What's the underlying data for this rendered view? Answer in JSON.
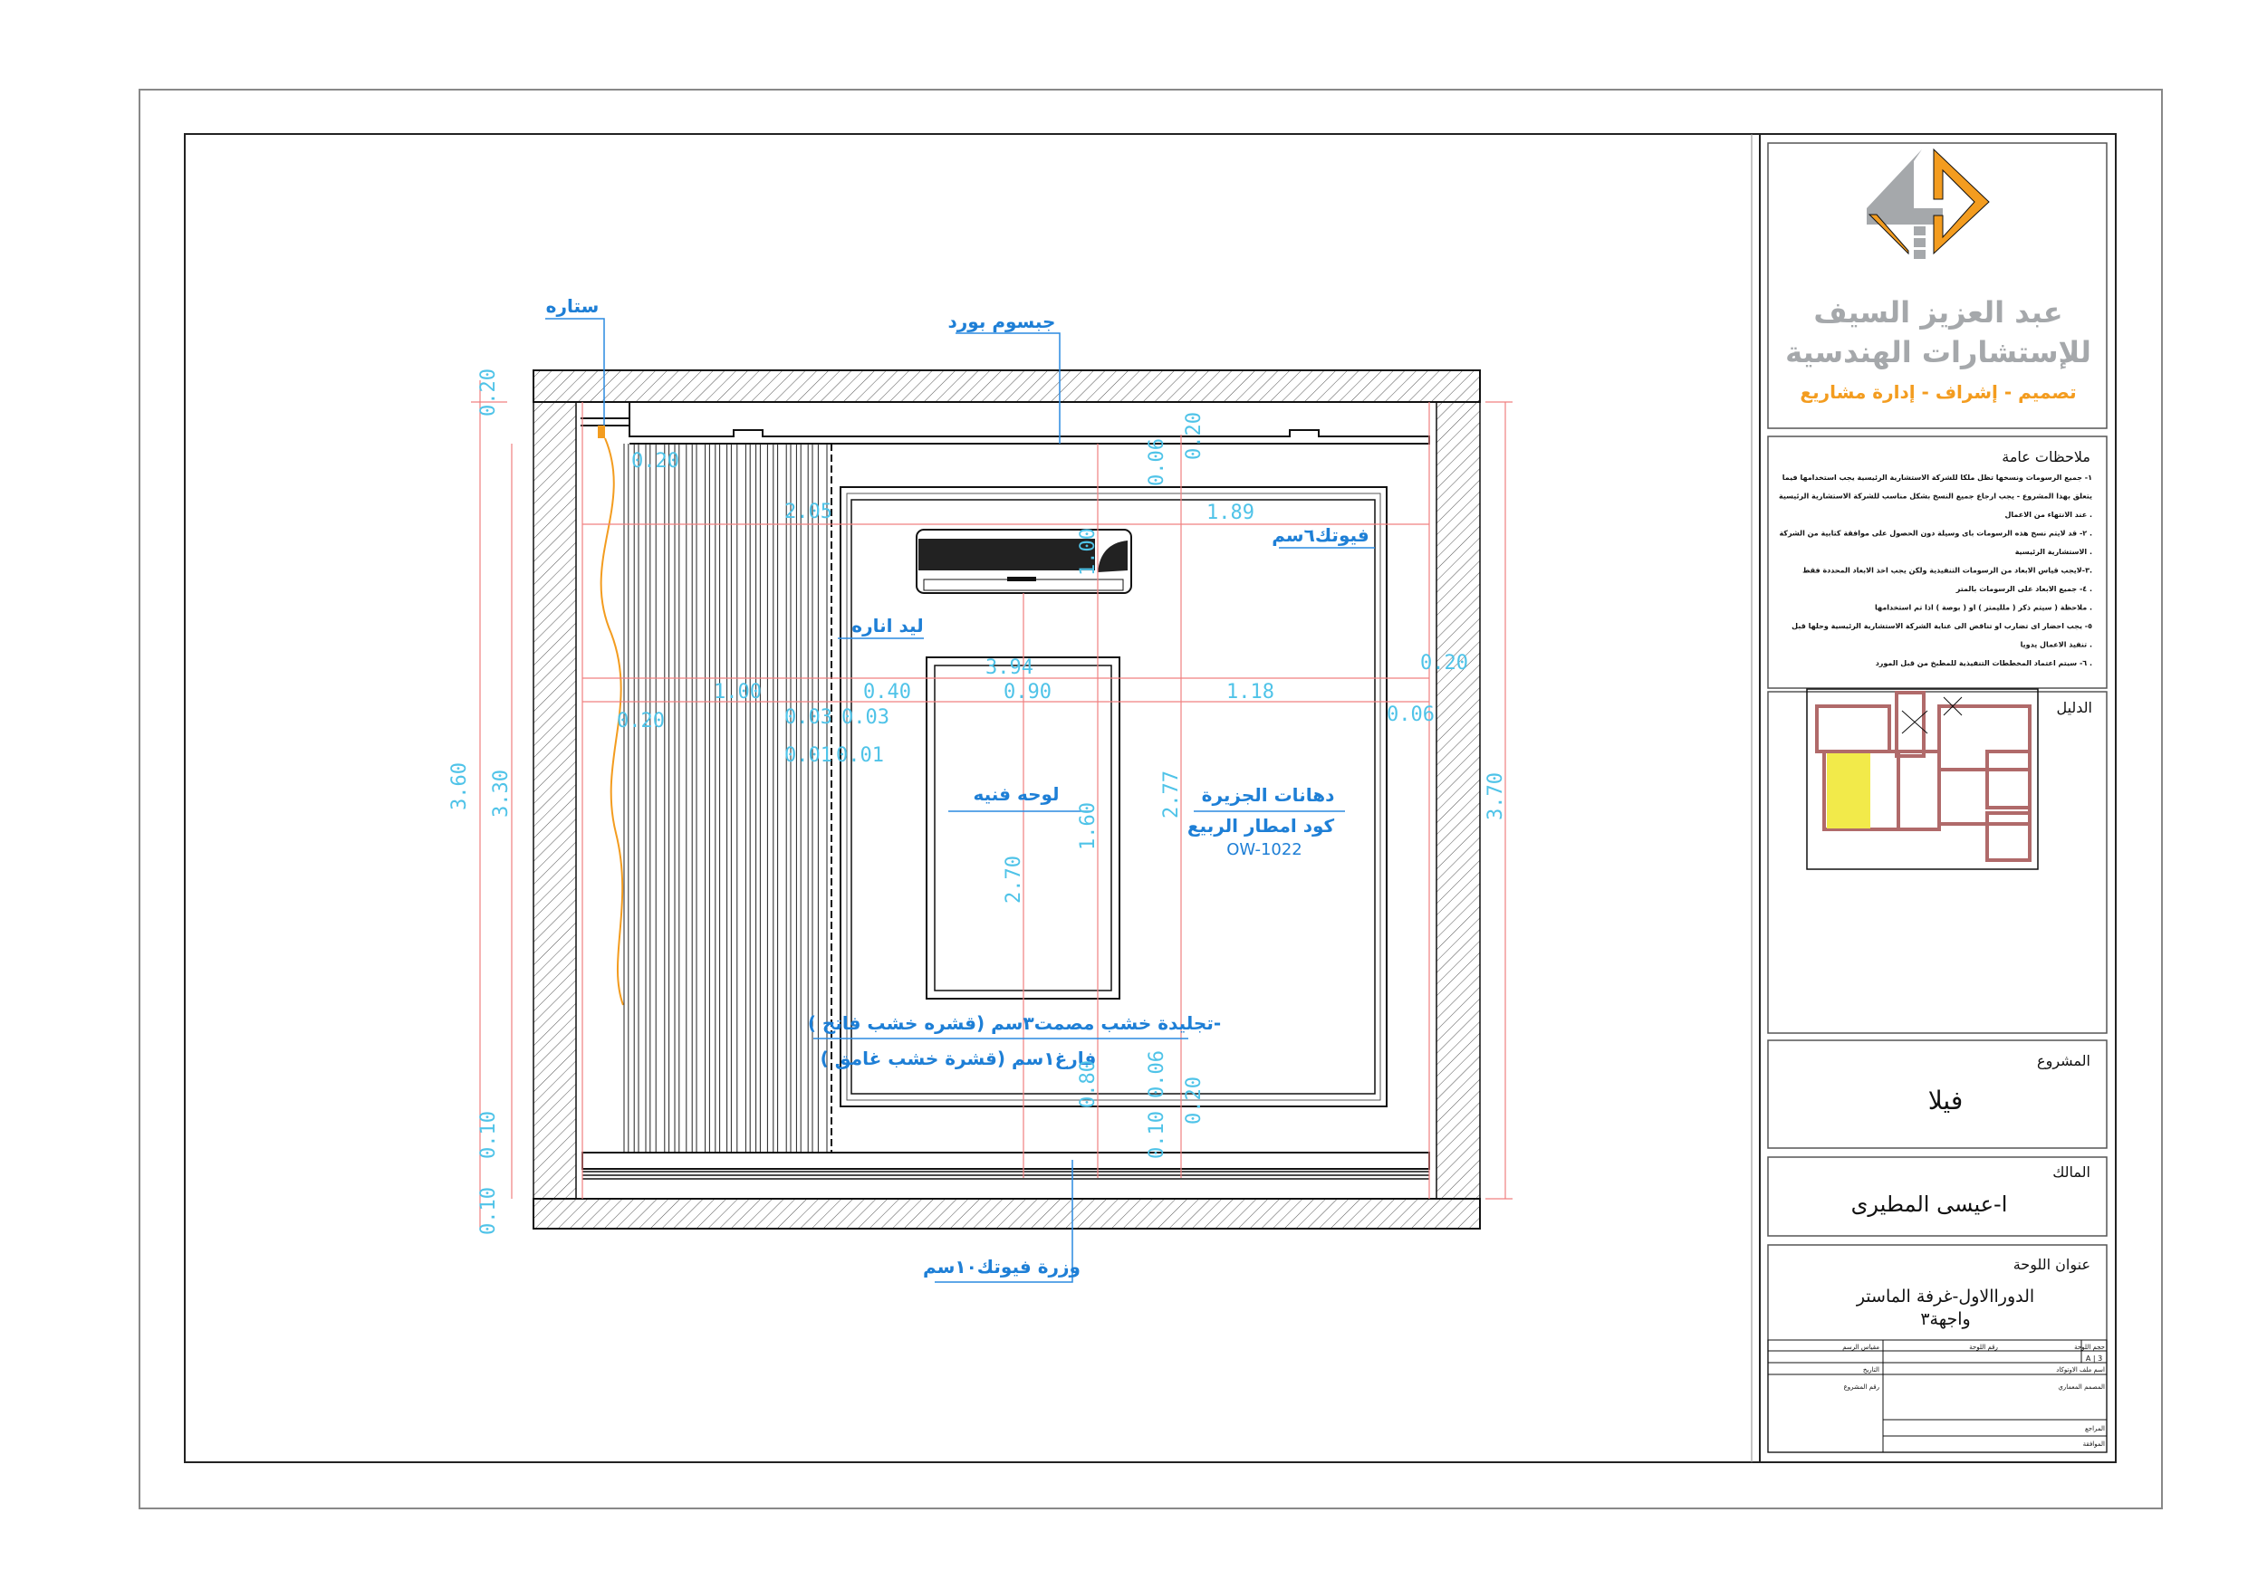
{
  "drawing": {
    "labels": {
      "curtain": "ستاره",
      "gypsum": "جبسوم بورد",
      "profile6": "فيوتك٦سم",
      "led": "ليد اناره",
      "artwork": "لوحه فنيه",
      "paint_brand": "دهانات الجزيرة",
      "paint_code": "كود امطار الربيع",
      "paint_ref": "OW-1022",
      "cladding_1": "تجليدة خشب مصمت٣سم (قشره خشب فاتح )-",
      "cladding_2": "فارغ١سم (قشرة خشب غامق )",
      "skirting": "وزرة فيوتك١٠سم"
    },
    "dimensions": {
      "left_020_top": "0.20",
      "left_360": "3.60",
      "left_330": "3.30",
      "left_010_a": "0.10",
      "left_010_b": "0.10",
      "right_370": "3.70",
      "curtain_020_a": "0.20",
      "curtain_020_b": "0.20",
      "w_205": "2.05",
      "w_189": "1.89",
      "w_394": "3.94",
      "w_100": "1.00",
      "w_040": "0.40",
      "w_090": "0.90",
      "w_118": "1.18",
      "w_003_a": "0.03",
      "w_003_b": "0.03",
      "w_001_a": "0.01",
      "w_001_b": "0.01",
      "r_020": "0.20",
      "r_006": "0.06",
      "v_006_top": "0.06",
      "v_020_top": "0.20",
      "v_100": "1.00",
      "v_160": "1.60",
      "v_270": "2.70",
      "v_277": "2.77",
      "v_080": "0.80",
      "v_006_bot": "0.06",
      "v_020_bot": "0.20",
      "v_010_bot": "0.10"
    }
  },
  "title_block": {
    "logo": {
      "company_line1": "عبد العزيز السيف",
      "company_line2": "للإستشارات الهندسية",
      "tagline": "تصميم - إشراف - إدارة مشاريع",
      "gray": "#a5a8ab",
      "orange": "#f39c1f"
    },
    "notes": {
      "heading": "ملاحظات عامة",
      "lines": [
        "١- جميع الرسومات ونسخها تظل ملكا للشركة الاستشارية الرئيسية يجب استخدامها فيما",
        "يتعلق بهذا المشروع - يجب ارجاع جميع النسخ بشكل مناسب للشركة الاستشارية الرئيسية",
        "عند الانتهاء من الاعمال .",
        "٢- قد لايتم نسخ هذه الرسومات باى وسيلة دون الحصول على موافقة كتابية من الشركة .",
        "الاستشارية الرئيسية .",
        "٣-لايجب قياس الابعاد من الرسومات التنفيذية ولكن يجب اخذ الابعاد المحددة فقط.",
        "٤- جميع الابعاد على الرسومات بالمتر .",
        "ملاحظة ( سيتم ذكر ( ملليمتر ) او ( بوصة ) اذا تم استخدامها .",
        "٥- يجب احضار اى تضارب او تناقض الى عناية الشركة الاستشارية الرئيسية وحلها قبل",
        "تنفيذ الاعمال يدويا .",
        "٦- سيتم اعتماد المخططات التنفيذية للمطبخ من قبل المورد ."
      ]
    },
    "key_plan": {
      "heading": "الدليل",
      "highlight": "#f2ea4a"
    },
    "project": {
      "heading": "المشروع",
      "value": "فيلا"
    },
    "owner": {
      "heading": "المالك",
      "value": "ا-عيسى المطيرى"
    },
    "sheet": {
      "heading": "عنوان اللوحة",
      "line1": "الدوراالاول-غرفة الماستر",
      "line2": "واجهة٣"
    },
    "table": {
      "sheet_size_label": "حجم اللوحة",
      "sheet_size_value": "A | 3",
      "sheet_no_label": "رقم اللوحة",
      "scale_label": "مقياس الرسم",
      "cad_file_label": "اسم ملف الاوتوكاد",
      "date_label": "التاريخ",
      "designer_label": "المصمم المعماري",
      "project_no_label": "رقم المشروع",
      "reviewer_label": "المراجع",
      "approval_label": "الموافقة"
    }
  }
}
